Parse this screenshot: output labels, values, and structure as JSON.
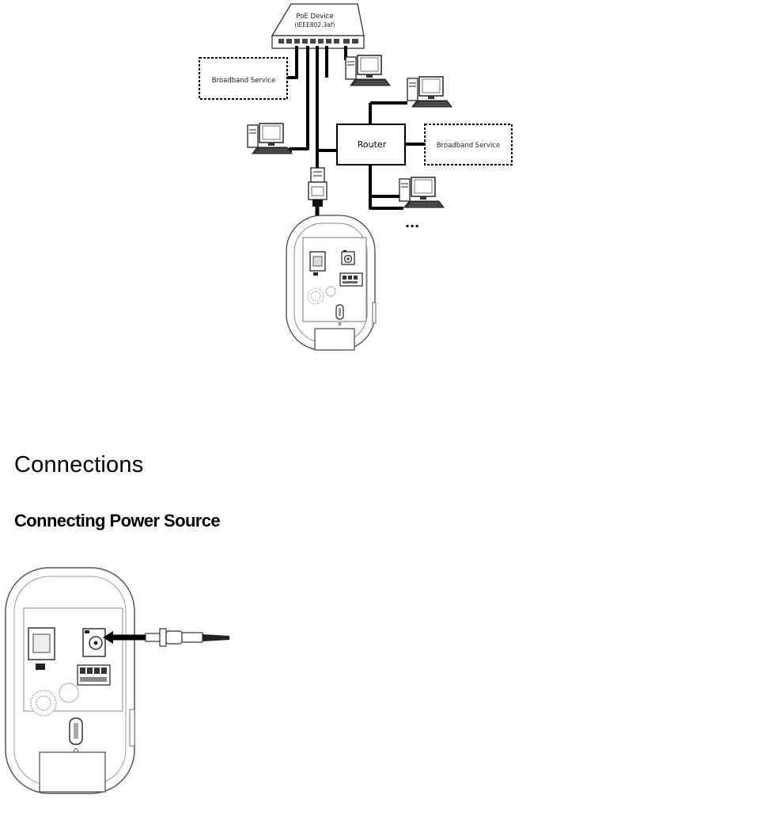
{
  "diagram_network": {
    "poe_device_line1": "PoE Device",
    "poe_device_line2": "(IEEE802.3af)",
    "broadband_left": "Broadband Service",
    "broadband_right": "Broadband Service",
    "router": "Router",
    "more": "..."
  },
  "headings": {
    "section": "Connections",
    "subsection": "Connecting Power Source"
  },
  "icons": [
    "computer-icon",
    "rj45-connector-icon",
    "dc-power-plug-icon",
    "camera-back-panel-icon"
  ]
}
